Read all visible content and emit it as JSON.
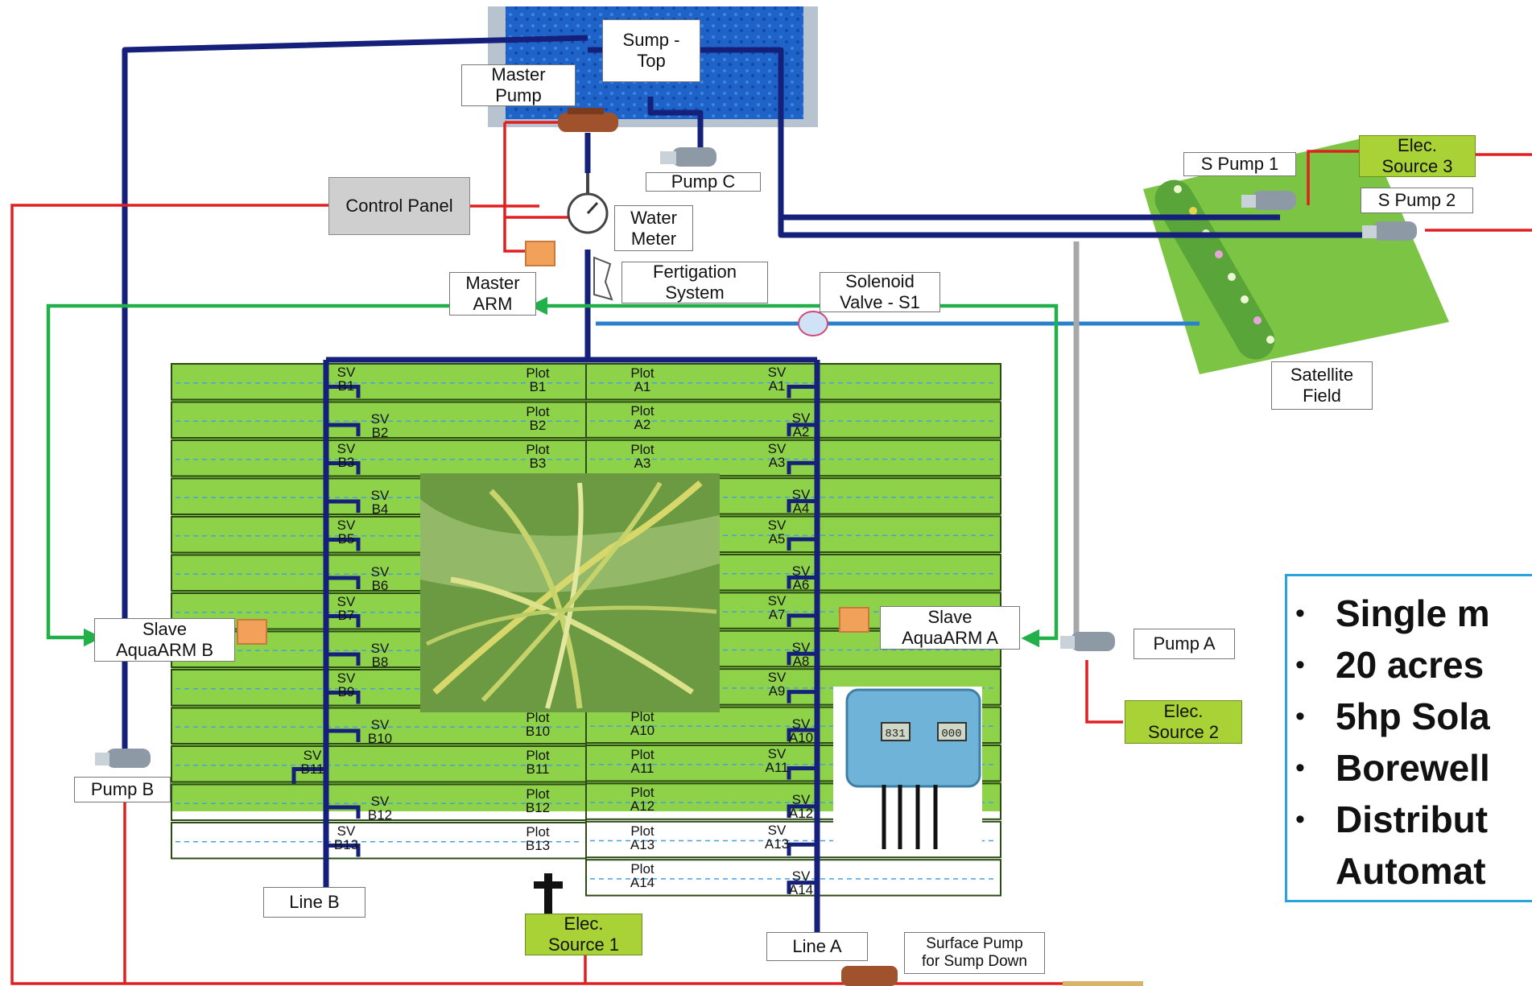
{
  "labels": {
    "sump_top": "Sump -\nTop",
    "master_pump": "Master\nPump",
    "pump_c": "Pump C",
    "control_panel": "Control Panel",
    "water_meter": "Water\nMeter",
    "fertigation": "Fertigation\nSystem",
    "master_arm": "Master\nARM",
    "solenoid": "Solenoid\nValve - S1",
    "s_pump_1": "S Pump 1",
    "s_pump_2": "S Pump 2",
    "elec_source_3": "Elec.\nSource 3",
    "satellite_field": "Satellite\nField",
    "slave_b": "Slave\nAquaARM B",
    "slave_a": "Slave\nAquaARM A",
    "pump_a": "Pump A",
    "elec_source_2": "Elec.\nSource 2",
    "pump_b": "Pump B",
    "line_b": "Line B",
    "line_a": "Line A",
    "elec_source_1": "Elec.\nSource 1",
    "surface_pump": "Surface Pump\nfor Sump Down"
  },
  "line_b": {
    "sv": [
      "SV\nB1",
      "SV\nB2",
      "SV\nB3",
      "SV\nB4",
      "SV\nB5",
      "SV\nB6",
      "SV\nB7",
      "SV\nB8",
      "SV\nB9",
      "SV\nB10",
      "SV\nB11",
      "SV\nB12",
      "SV\nB13"
    ],
    "plots": [
      "Plot\nB1",
      "Plot\nB2",
      "Plot\nB3",
      "",
      "",
      "",
      "",
      "",
      "",
      "Plot\nB10",
      "Plot\nB11",
      "Plot\nB12",
      "Plot\nB13"
    ]
  },
  "line_a": {
    "sv": [
      "SV\nA1",
      "SV\nA2",
      "SV\nA3",
      "SV\nA4",
      "SV\nA5",
      "SV\nA6",
      "SV\nA7",
      "SV\nA8",
      "SV\nA9",
      "SV\nA10",
      "SV\nA11",
      "SV\nA12",
      "SV\nA13",
      "SV\nA14"
    ],
    "plots": [
      "Plot\nA1",
      "Plot\nA2",
      "Plot\nA3",
      "",
      "",
      "",
      "",
      "",
      "",
      "Plot\nA10",
      "Plot\nA11",
      "Plot\nA12",
      "Plot\nA13",
      "Plot\nA14"
    ]
  },
  "bullets": [
    {
      "text": "Single m",
      "bullet": true
    },
    {
      "text": "20 acres",
      "bullet": true
    },
    {
      "text": "5hp Sola",
      "bullet": true
    },
    {
      "text": "Borewell",
      "bullet": true
    },
    {
      "text": "Distribut",
      "bullet": true
    },
    {
      "text": "Automat",
      "bullet": false
    }
  ],
  "device": {
    "display_left": "831",
    "display_right": "000"
  },
  "colors": {
    "pipe_main": "#15207a",
    "pipe_light": "#2b7fcf",
    "pipe_gray": "#a8a8a8",
    "power": "#e02020",
    "control": "#22b04b",
    "field": "#8ed24a",
    "sump": "#1f63c8",
    "elec_box": "#a9d236"
  }
}
